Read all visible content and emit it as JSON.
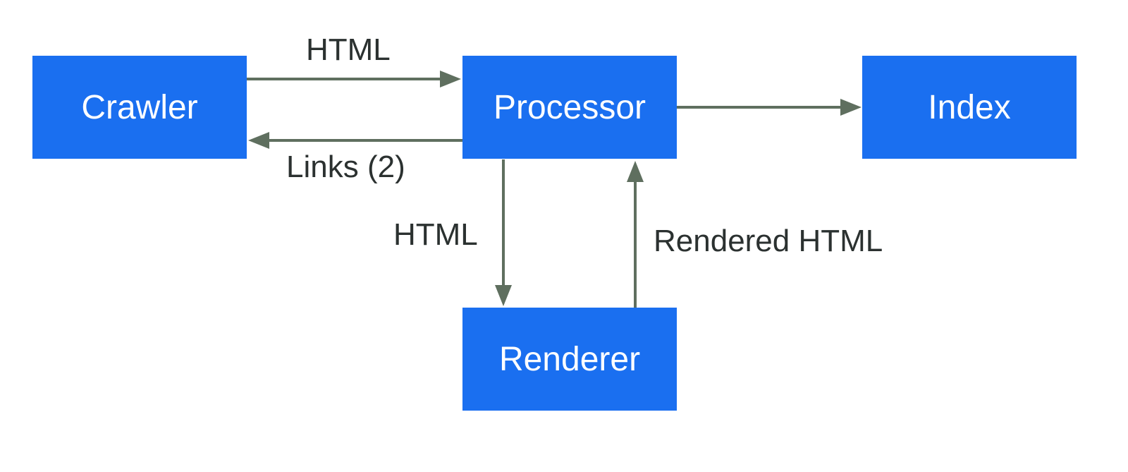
{
  "nodes": {
    "crawler": "Crawler",
    "processor": "Processor",
    "index": "Index",
    "renderer": "Renderer"
  },
  "edges": {
    "crawler_to_processor": "HTML",
    "processor_to_crawler": "Links (2)",
    "processor_to_renderer": "HTML",
    "renderer_to_processor": "Rendered HTML"
  },
  "colors": {
    "node_fill": "#1a6ff0",
    "node_text": "#ffffff",
    "arrow": "#5f6f5f",
    "label_text": "#2b3130"
  }
}
